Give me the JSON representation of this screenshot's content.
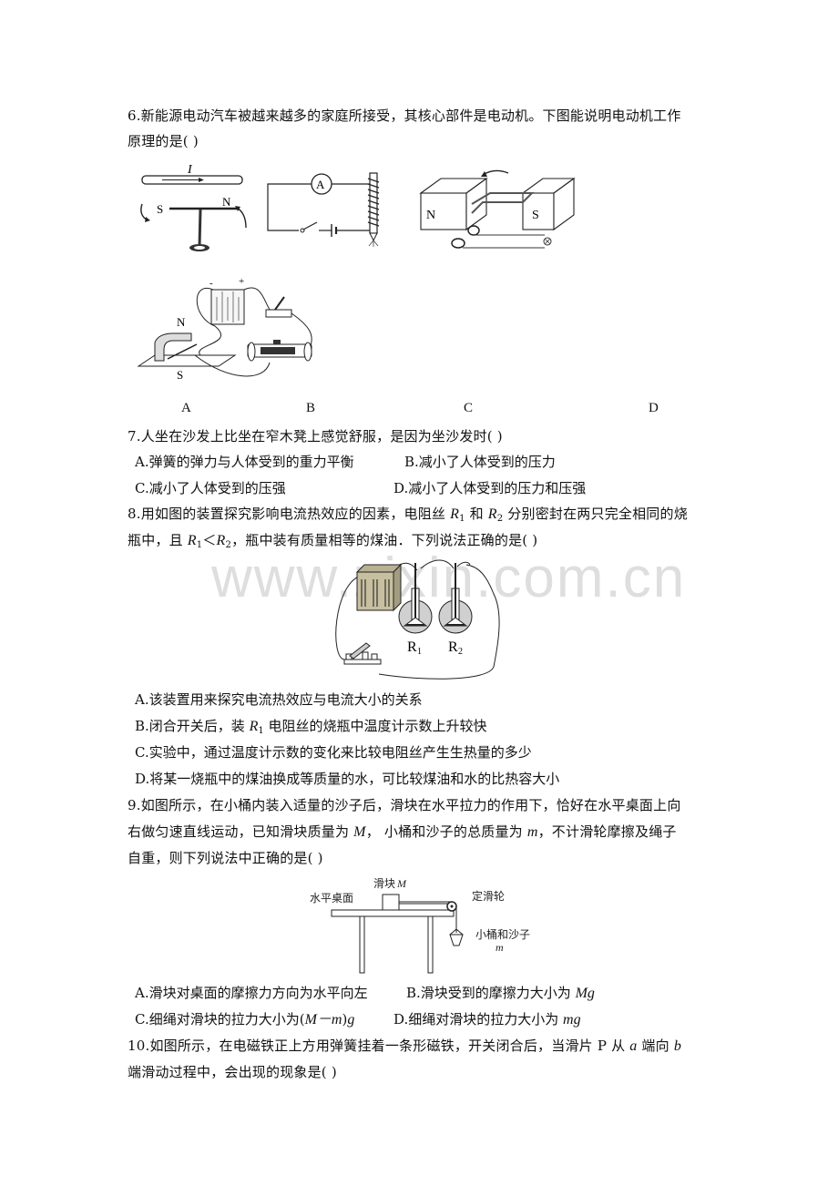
{
  "watermark": "www.zixin.com.cn",
  "q6": {
    "stem_line1": "6.新能源电动汽车被越来越多的家庭所接受，其核心部件是电动机。下图能说明电动机工作",
    "stem_line2": "原理的是(   )",
    "figure_labels": [
      "A",
      "B",
      "C",
      "D"
    ],
    "fig_a": {
      "current_label": "I",
      "pole_left": "S",
      "pole_right": "N"
    },
    "fig_b": {
      "meter_label": "A"
    },
    "fig_c": {
      "pole_left": "N",
      "pole_right": "S"
    },
    "fig_d": {
      "pole_top": "N",
      "pole_bottom": "S",
      "minus": "-",
      "plus": "+"
    }
  },
  "q7": {
    "stem": "7.人坐在沙发上比坐在窄木凳上感觉舒服，是因为坐沙发时( )",
    "options": {
      "A": "A.弹簧的弹力与人体受到的重力平衡",
      "B": "B.减小了人体受到的压力",
      "C": "C.减小了人体受到的压强",
      "D": "D.减小了人体受到的压力和压强"
    }
  },
  "q8": {
    "stem_line1_a": "8.用如图的装置探究影响电流热效应的因素，电阻丝 ",
    "r1": "R",
    "r1_sub": "1",
    "stem_line1_b": " 和 ",
    "r2": "R",
    "r2_sub": "2",
    "stem_line1_c": " 分别密封在两只完全相同的烧",
    "stem_line2_a": "瓶中，且 ",
    "stem_line2_b": "＜",
    "stem_line2_c": "，瓶中装有质量相等的煤油．下列说法正确的是(   )",
    "figure": {
      "label_r1": "R",
      "label_r1_sub": "1",
      "label_r2": "R",
      "label_r2_sub": "2"
    },
    "options": {
      "A": "A.该装置用来探究电流热效应与电流大小的关系",
      "B_a": "B.闭合开关后，装 ",
      "B_b": " 电阻丝的烧瓶中温度计示数上升较快",
      "C": "C.实验中，通过温度计示数的变化来比较电阻丝产生生热量的多少",
      "D": "D.将某一烧瓶中的煤油换成等质量的水，可比较煤油和水的比热容大小"
    }
  },
  "q9": {
    "stem_line1": "9.如图所示，在小桶内装入适量的沙子后，滑块在水平拉力的作用下，恰好在水平桌面上向",
    "stem_line2_a": "右做匀速直线运动，已知滑块质量为 ",
    "stem_line2_M": "M",
    "stem_line2_b": "，  小桶和沙子的总质量为 ",
    "stem_line2_m": "m",
    "stem_line2_c": "，不计滑轮摩擦及绳子",
    "stem_line3": "自重，则下列说法中正确的是(   )",
    "figure": {
      "label_table": "水平桌面",
      "label_block": "滑块",
      "label_block_var": "M",
      "label_pulley": "定滑轮",
      "label_bucket": "小桶和沙子",
      "label_bucket_var": "m"
    },
    "options": {
      "A": "A.滑块对桌面的摩擦力方向为水平向左",
      "B_a": "B.滑块受到的摩擦力大小为 ",
      "B_var": "Mg",
      "C_a": "C.细绳对滑块的拉力大小为(",
      "C_var": "M－m",
      "C_b": ")",
      "C_g": "g",
      "D_a": "D.细绳对滑块的拉力大小为 ",
      "D_var": "mg"
    }
  },
  "q10": {
    "stem_line1_a": "10.如图所示，在电磁铁正上方用弹簧挂着一条形磁铁，开关闭合后，当滑片 P 从 ",
    "var_a": "a",
    "stem_line1_b": " 端向 ",
    "var_b": "b",
    "stem_line2": "端滑动过程中，会出现的现象是(   )"
  }
}
